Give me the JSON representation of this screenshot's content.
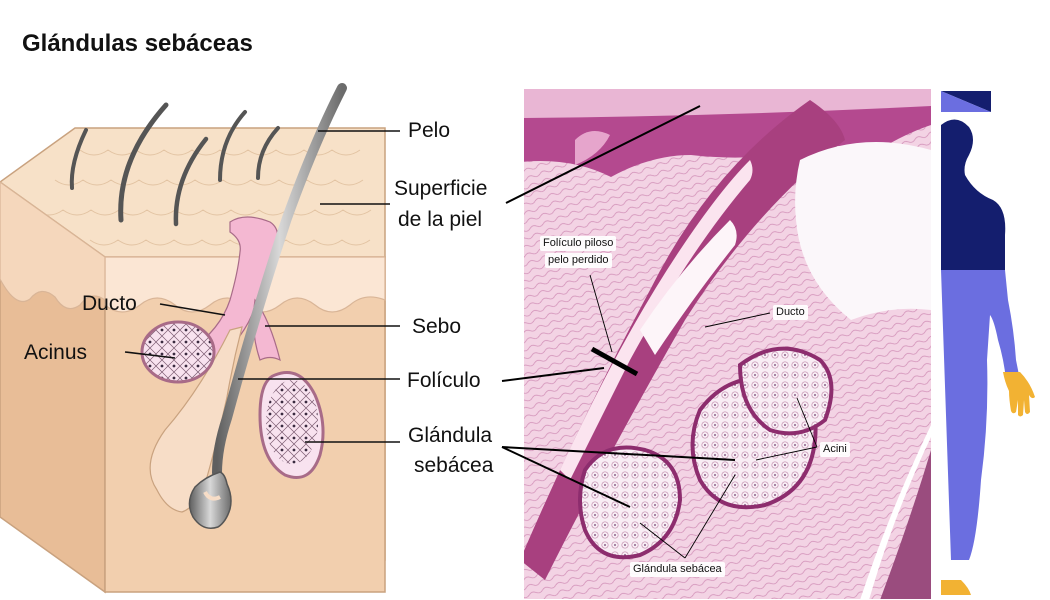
{
  "title": "Glándulas sebáceas",
  "diagram_labels": {
    "pelo": "Pelo",
    "superficie_1": "Superficie",
    "superficie_2": "de la piel",
    "ducto": "Ducto",
    "acinus": "Acinus",
    "sebo": "Sebo",
    "foliculo": "Folículo",
    "glandula_1": "Glándula",
    "glandula_2": "sebácea"
  },
  "micrograph_labels": {
    "foliculo_piloso_1": "Folículo piloso",
    "foliculo_piloso_2": "pelo perdido",
    "ducto": "Ducto",
    "acini": "Acini",
    "glandula_sebacea": "Glándula sebácea"
  },
  "colors": {
    "skin_side": "#f2cfae",
    "skin_top": "#f7e1c8",
    "epidermis": "#fbe6d4",
    "duct": "#f4b8d2",
    "gland_fill": "#f6d8ea",
    "hair": "#8a8a8a",
    "tissue_pink": "#f2cadf",
    "tissue_purple": "#b4498f",
    "figure_dark": "#141e6e",
    "figure_light": "#6b6ee0",
    "figure_hand": "#f2b233"
  }
}
